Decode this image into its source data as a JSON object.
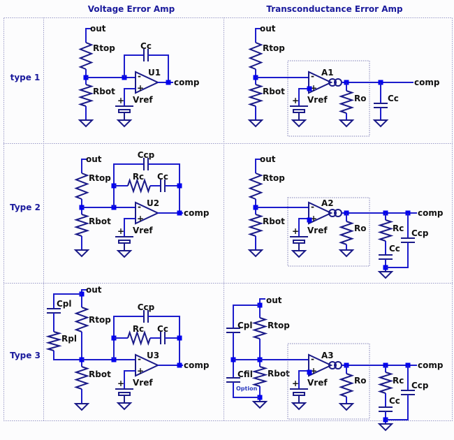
{
  "headers": {
    "col_voltage": "Voltage Error Amp",
    "col_transconductance": "Transconductance Error Amp"
  },
  "rows": [
    {
      "label": "type 1"
    },
    {
      "label": "Type 2"
    },
    {
      "label": "Type 3"
    }
  ],
  "labels": {
    "out": "out",
    "comp": "comp",
    "rtop": "Rtop",
    "rbot": "Rbot",
    "vref": "Vref",
    "cc": "Cc",
    "ccp": "Ccp",
    "rc": "Rc",
    "ro": "Ro",
    "cpl": "Cpl",
    "rpl": "Rpl",
    "cfil": "Cfil",
    "option": "Option",
    "u1": "U1",
    "u2": "U2",
    "u3": "U3",
    "a1": "A1",
    "a2": "A2",
    "a3": "A3",
    "minus": "-",
    "plus": "+"
  },
  "colors": {
    "wire": "#1c1ccc",
    "component": "#1a1a88",
    "junction": "#0000ee",
    "header_text": "#1a1a9c",
    "grid": "#9a9ac8"
  }
}
